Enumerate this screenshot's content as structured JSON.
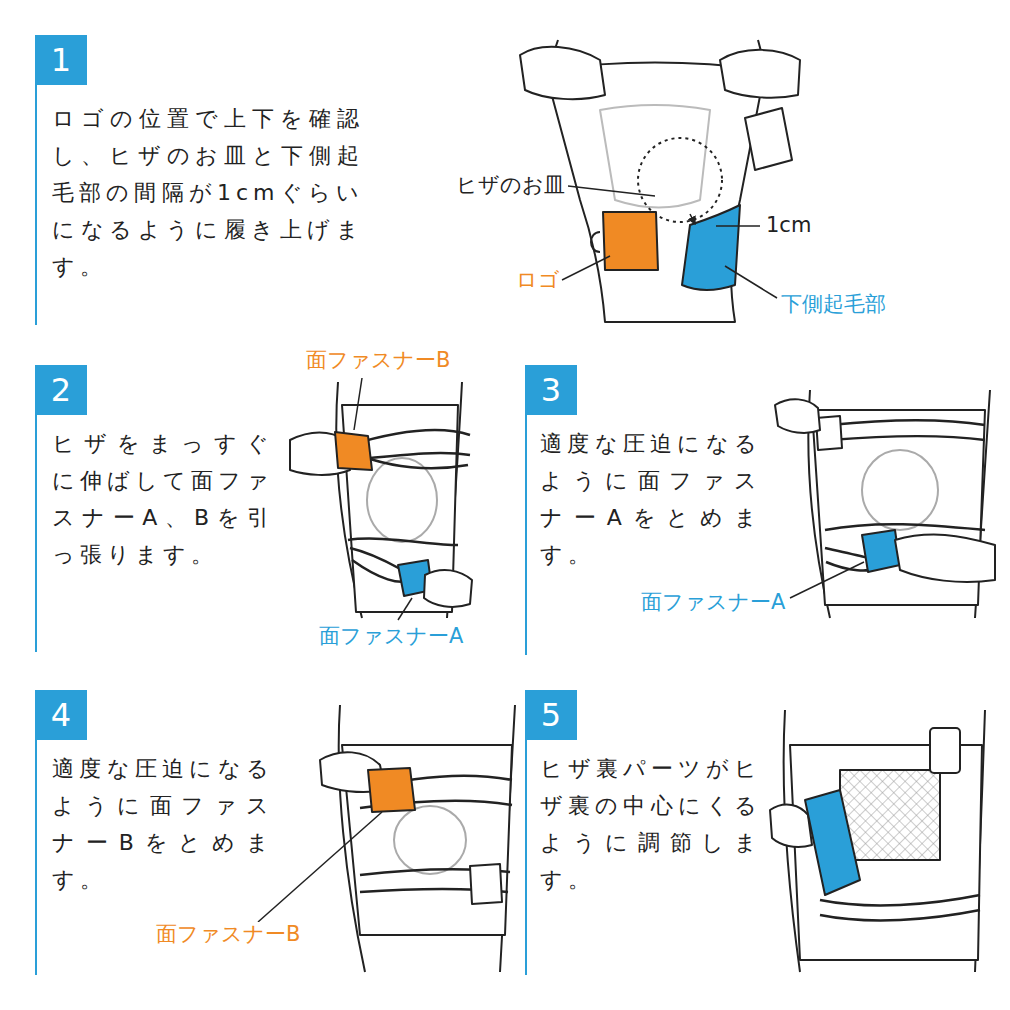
{
  "diagram": {
    "nodes": [
      {
        "text": [
          "1"
        ]
      },
      {
        "text": [
          "2"
        ]
      },
      {
        "text": [
          "3"
        ]
      },
      {
        "text": [
          "4"
        ]
      },
      {
        "text": [
          "5"
        ]
      }
    ],
    "labels": [
      "ロゴの位置で上下を確認し、ヒザのお皿と下側起毛部の間隔が1cmぐらいになるように履き上げます。",
      "ヒザのお皿",
      "1cm",
      "ロゴ",
      "下側起毛部",
      "ヒザをまっすぐに伸ばして面ファスナーA、Bを引っ張ります。",
      "面ファスナーB",
      "面ファスナーA",
      "適度な圧迫になるように面ファスナーAをとめます。",
      "面ファスナーA",
      "適度な圧迫になるように面ファスナーBをとめます。",
      "面ファスナーB",
      "ヒザ裏パーツがヒザ裏の中心にくるように調節します。"
    ]
  }
}
